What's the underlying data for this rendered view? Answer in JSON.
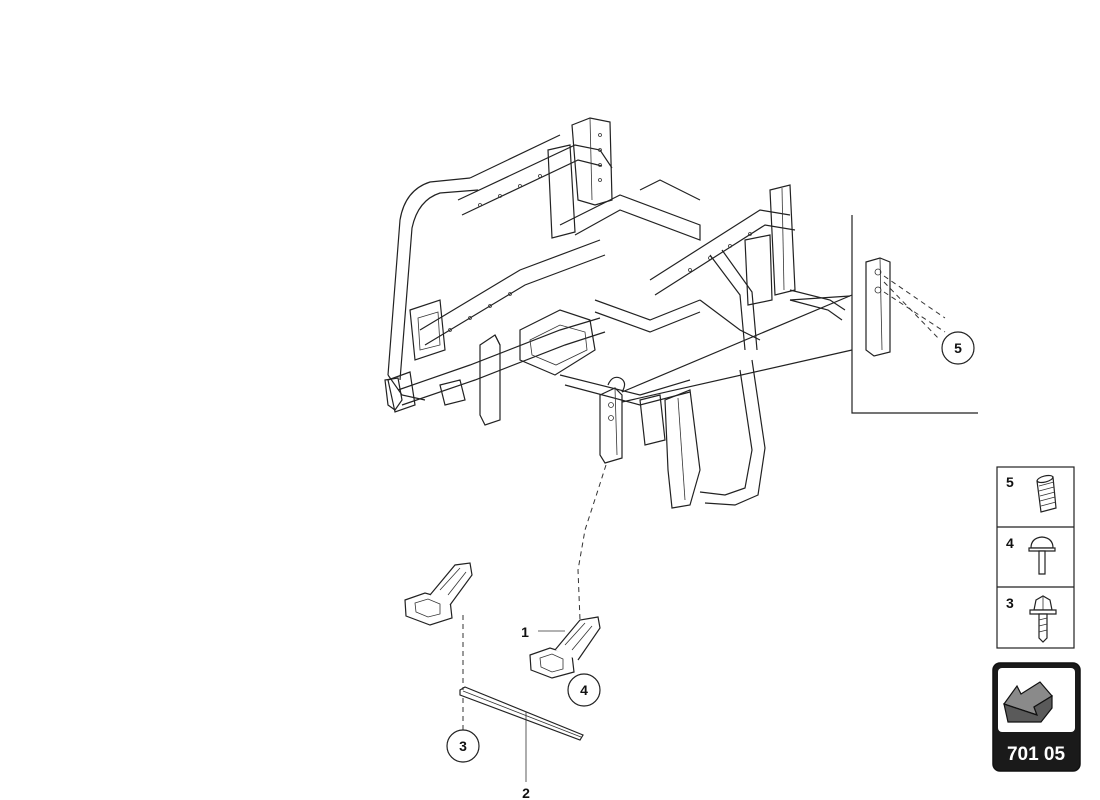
{
  "callouts": {
    "c1": "1",
    "c2": "2",
    "c3": "3",
    "c4": "4",
    "c5": "5"
  },
  "legend": [
    {
      "number": "5",
      "icon": "sleeve-insert-icon"
    },
    {
      "number": "4",
      "icon": "rivet-icon"
    },
    {
      "number": "3",
      "icon": "flange-bolt-icon"
    }
  ],
  "page_code": "701 05",
  "colors": {
    "line": "#222222",
    "code_box": "#1a1a1a",
    "arrow_fill": "#8a8a8a"
  }
}
